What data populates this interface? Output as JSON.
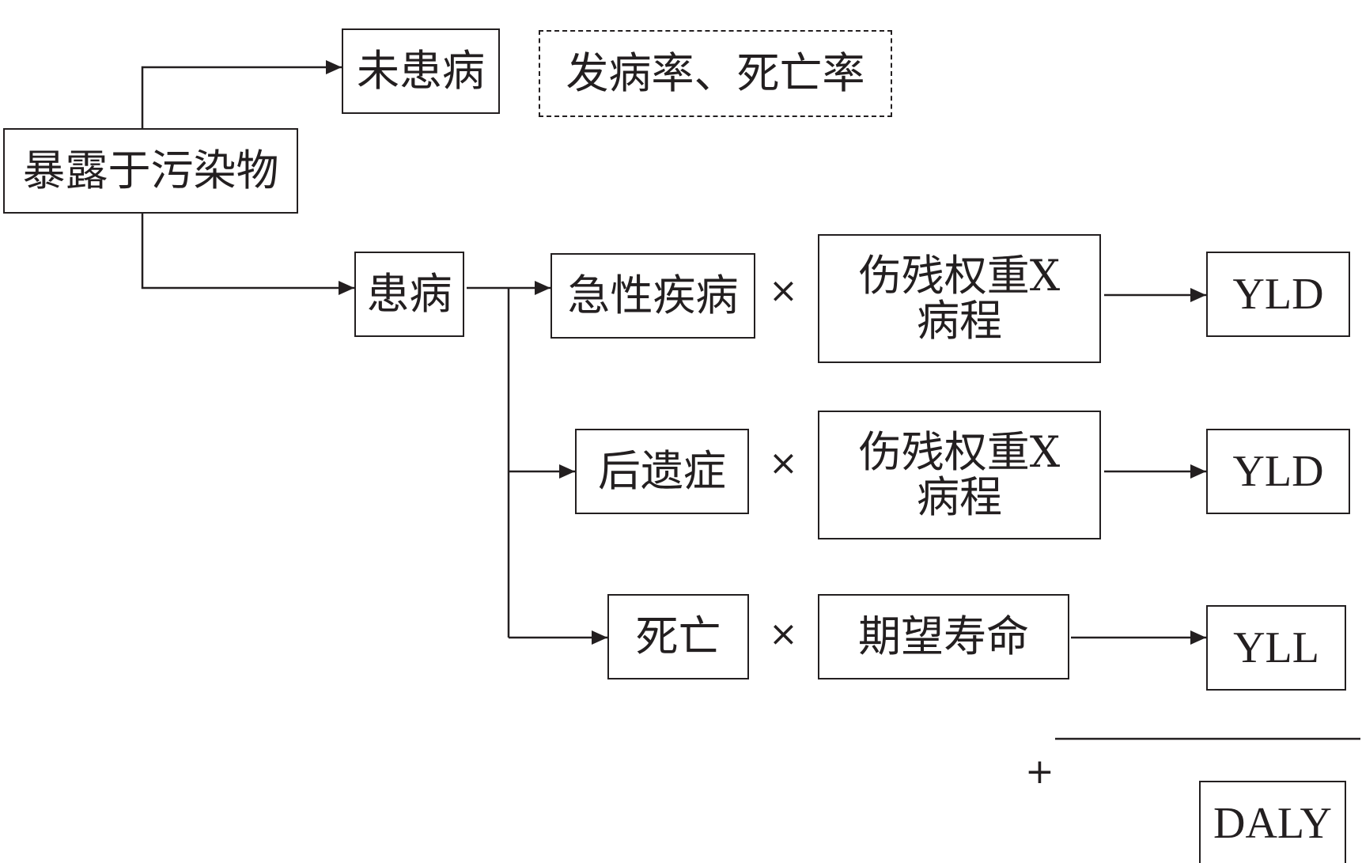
{
  "boxes": {
    "exposure": "暴露于污染物",
    "not_sick": "未患病",
    "rates": "发病率、死亡率",
    "sick": "患病",
    "acute": "急性疾病",
    "sequelae": "后遗症",
    "death": "死亡",
    "weight1_line1": "伤残权重X",
    "weight1_line2": "病程",
    "weight2_line1": "伤残权重X",
    "weight2_line2": "病程",
    "life_expectancy": "期望寿命",
    "yld1": "YLD",
    "yld2": "YLD",
    "yll": "YLL",
    "daly": "DALY"
  },
  "operators": {
    "times1": "×",
    "times2": "×",
    "times3": "×",
    "plus": "+"
  },
  "colors": {
    "line": "#231f20",
    "background": "#ffffff"
  }
}
